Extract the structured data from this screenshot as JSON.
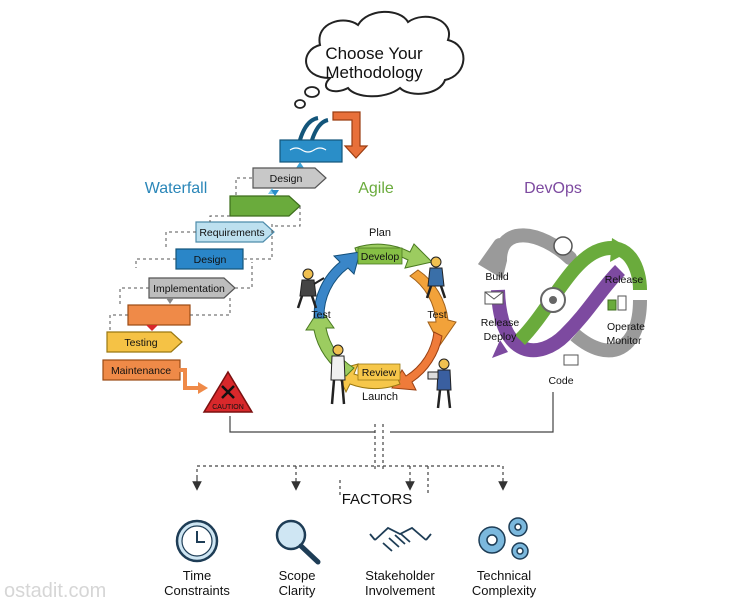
{
  "cloud": {
    "line1": "Choose Your",
    "line2": "Methodology"
  },
  "waterfall": {
    "title": "Waterfall",
    "steps": [
      "Design",
      "Requirements",
      "Design",
      "Implementation",
      "Testing",
      "Maintenance"
    ],
    "caution": "CAUTION"
  },
  "agile": {
    "title": "Agile",
    "plan": "Plan",
    "develop": "Develop",
    "test_left": "Test",
    "test_right": "Test",
    "review": "Review",
    "launch": "Launch"
  },
  "devops": {
    "title": "DevOps",
    "build": "Build",
    "release_deploy_1": "Release",
    "release_deploy_2": "Deploy",
    "release": "Release",
    "operate": "Operate",
    "monitor": "Monitor",
    "code": "Code"
  },
  "factors": {
    "title": "FACTORS",
    "items": [
      {
        "line1": "Time",
        "line2": "Constraints",
        "icon": "clock-icon"
      },
      {
        "line1": "Scope",
        "line2": "Clarity",
        "icon": "magnifier-icon"
      },
      {
        "line1": "Stakeholder",
        "line2": "Involvement",
        "icon": "handshake-icon"
      },
      {
        "line1": "Technical",
        "line2": "Complexity",
        "icon": "gears-icon"
      }
    ]
  },
  "watermark": "ostadit.com",
  "colors": {
    "waterfall": "#2a86b8",
    "agile": "#6aab3c",
    "devops": "#7d4aa0",
    "caution": "#d8282b"
  }
}
